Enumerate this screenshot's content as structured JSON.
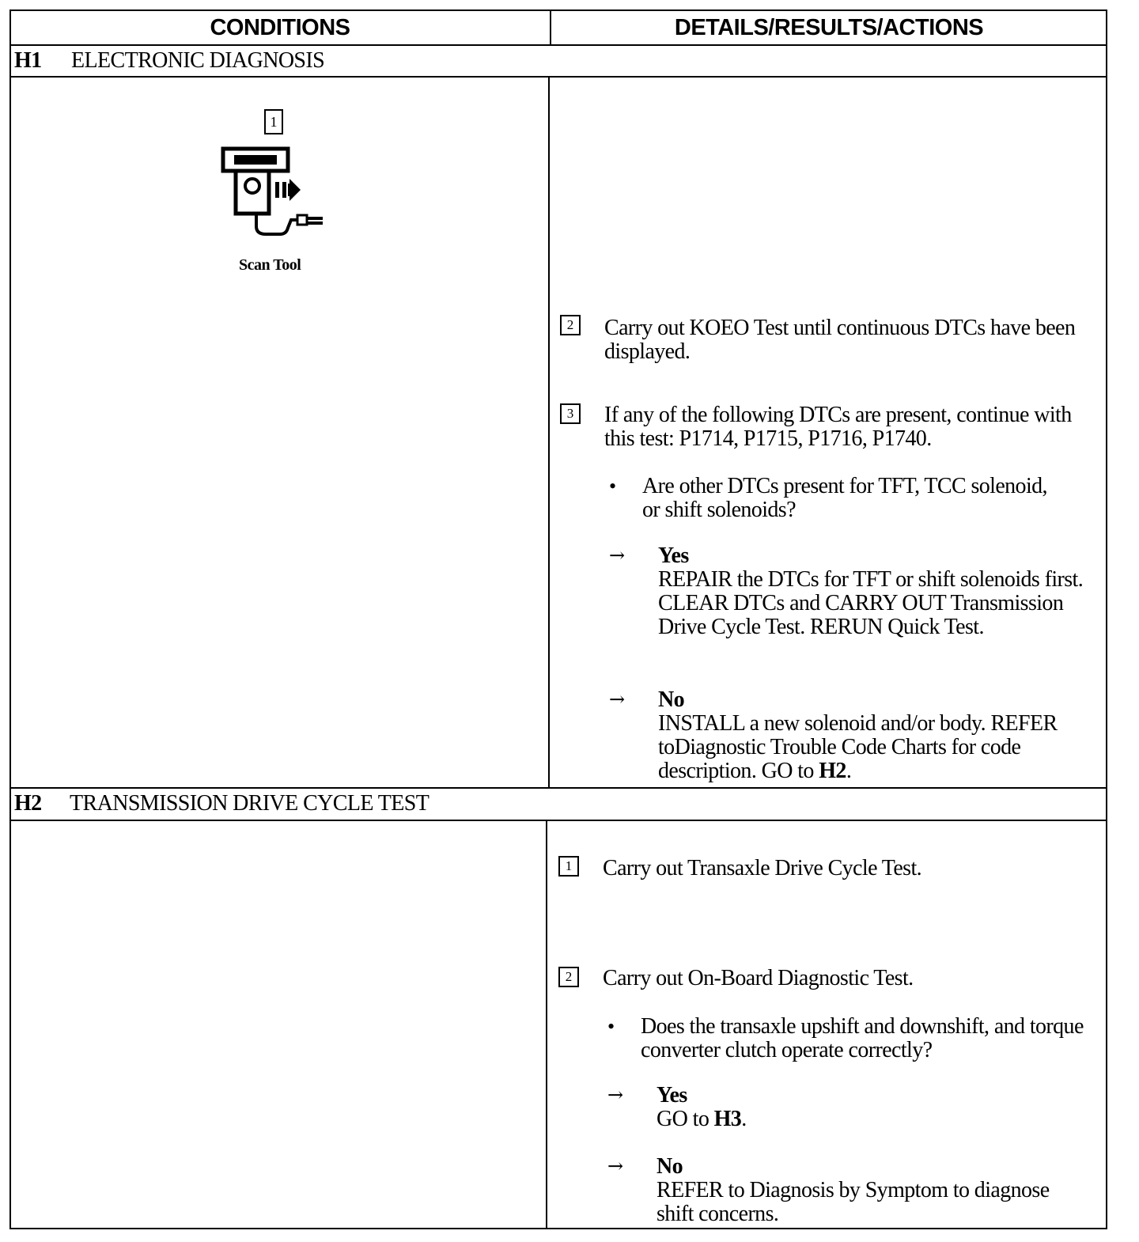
{
  "columns": {
    "conditions": "CONDITIONS",
    "details": "DETAILS/RESULTS/ACTIONS"
  },
  "h1": {
    "id": "H1",
    "title": "ELECTRONIC DIAGNOSIS",
    "icon": {
      "step": "1",
      "name": "scan-tool-icon",
      "caption": "Scan Tool"
    },
    "steps": [
      {
        "num": "2",
        "text": "Carry out KOEO Test until continuous DTCs have been displayed."
      },
      {
        "num": "3",
        "text": "If any of the following DTCs are present, continue with this test: P1714, P1715, P1716, P1740."
      }
    ],
    "question": "Are other DTCs present for TFT, TCC solenoid, or shift solenoids?",
    "yes": {
      "label": "Yes",
      "text": "REPAIR the DTCs for TFT or shift solenoids first. CLEAR DTCs and CARRY OUT Transmission Drive Cycle Test. RERUN Quick Test."
    },
    "no": {
      "label": "No",
      "text_before": "INSTALL a new solenoid and/or body. REFER toDiagnostic Trouble Code Charts for code description. GO to ",
      "target": "H2",
      "text_after": "."
    }
  },
  "h2": {
    "id": "H2",
    "title": "TRANSMISSION DRIVE CYCLE TEST",
    "steps": [
      {
        "num": "1",
        "text": "Carry out Transaxle Drive Cycle Test."
      },
      {
        "num": "2",
        "text": "Carry out On-Board Diagnostic Test."
      }
    ],
    "question": "Does the transaxle upshift and downshift, and torque converter clutch operate correctly?",
    "yes": {
      "label": "Yes",
      "text_before": "GO to ",
      "target": "H3",
      "text_after": "."
    },
    "no": {
      "label": "No",
      "text": "REFER to Diagnosis by Symptom to diagnose shift concerns."
    }
  },
  "glyphs": {
    "bullet": "•",
    "arrow": "→"
  }
}
